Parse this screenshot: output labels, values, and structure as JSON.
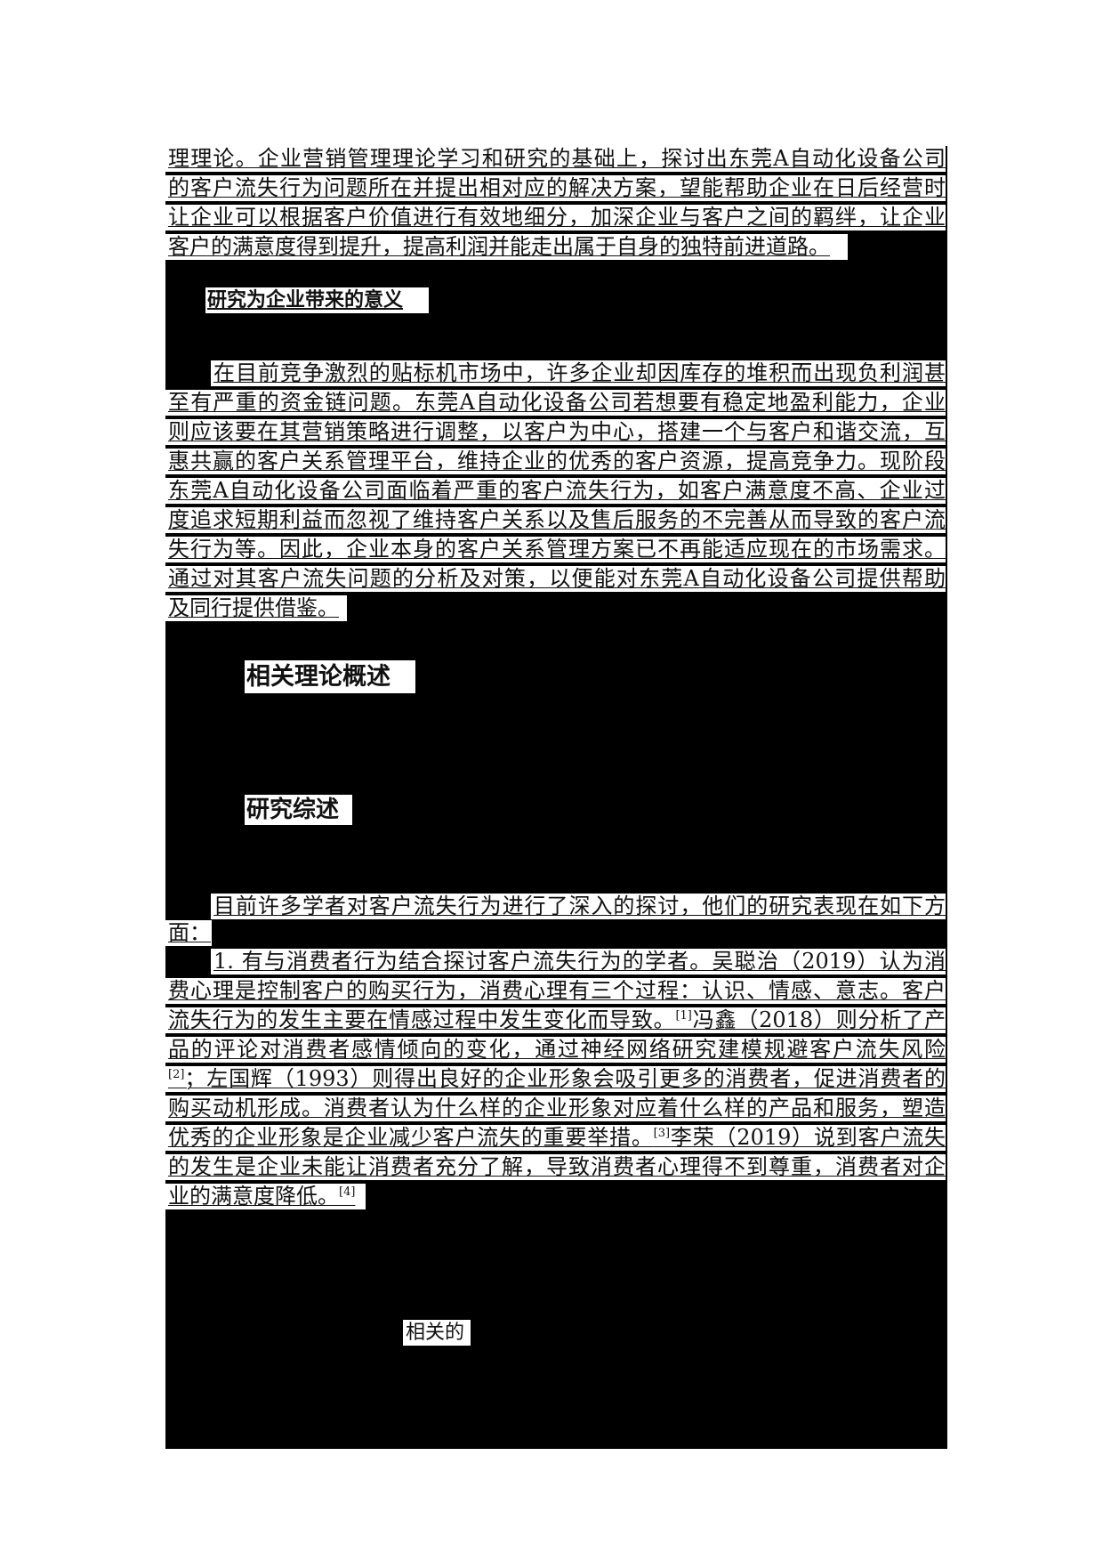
{
  "document": {
    "paragraph_intro": {
      "lines": [
        "理理论。企业营销管理理论学习和研究的基础上，探讨出东莞A自动化设备公司",
        "的客户流失行为问题所在并提出相对应的解决方案，望能帮助企业在日后经营时",
        "让企业可以根据客户价值进行有效地细分，加深企业与客户之间的羁绊，让企业",
        "客户的满意度得到提升，提高利润并能走出属于自身的独特前进道路。"
      ]
    },
    "heading_significance": "研究为企业带来的意义",
    "paragraph_significance": {
      "lines": [
        "在目前竞争激烈的贴标机市场中，许多企业却因库存的堆积而出现负利润甚",
        "至有严重的资金链问题。东莞A自动化设备公司若想要有稳定地盈利能力，企业",
        "则应该要在其营销策略进行调整，以客户为中心，搭建一个与客户和谐交流，互",
        "惠共赢的客户关系管理平台，维持企业的优秀的客户资源，提高竞争力。现阶段",
        "东莞A自动化设备公司面临着严重的客户流失行为，如客户满意度不高、企业过",
        "度追求短期利益而忽视了维持客户关系以及售后服务的不完善从而导致的客户流",
        "失行为等。因此，企业本身的客户关系管理方案已不再能适应现在的市场需求。",
        "通过对其客户流失问题的分析及对策，以便能对东莞A自动化设备公司提供帮助",
        "及同行提供借鉴。"
      ]
    },
    "heading_theory": "相关理论概述",
    "heading_review": "研究综述",
    "paragraph_review_intro": {
      "lines": [
        "目前许多学者对客户流失行为进行了深入的探讨，他们的研究表现在如下方",
        "面："
      ]
    },
    "paragraph_review_1": {
      "lines": [
        {
          "text": "1. 有与消费者行为结合探讨客户流失行为的学者。吴聪治（2019）认为消"
        },
        {
          "text": "费心理是控制客户的购买行为，消费心理有三个过程：认识、情感、意志。客户"
        },
        {
          "before": "流失行为的发生主要在情感过程中发生变化而导致。",
          "ref": "[1]",
          "after": "冯鑫（2018）则分析了产"
        },
        {
          "text": "品的评论对消费者感情倾向的变化，通过神经网络研究建模规避客户流失风险"
        },
        {
          "before": "",
          "ref": "[2]",
          "after": "；左国辉（1993）则得出良好的企业形象会吸引更多的消费者，促进消费者的"
        },
        {
          "text": "购买动机形成。消费者认为什么样的企业形象对应着什么样的产品和服务，塑造"
        },
        {
          "before": "优秀的企业形象是企业减少客户流失的重要举措。",
          "ref": "[3]",
          "after": "李荣（2019）说到客户流失"
        },
        {
          "text": "的发生是企业未能让消费者充分了解，导致消费者心理得不到尊重，消费者对企"
        },
        {
          "before": "业的满意度降低。",
          "ref": "[4]",
          "after": ""
        }
      ]
    },
    "fragment_label": "相关的"
  },
  "colors": {
    "redaction": "#000000",
    "text": "#111111",
    "highlight": "#ffffff"
  }
}
